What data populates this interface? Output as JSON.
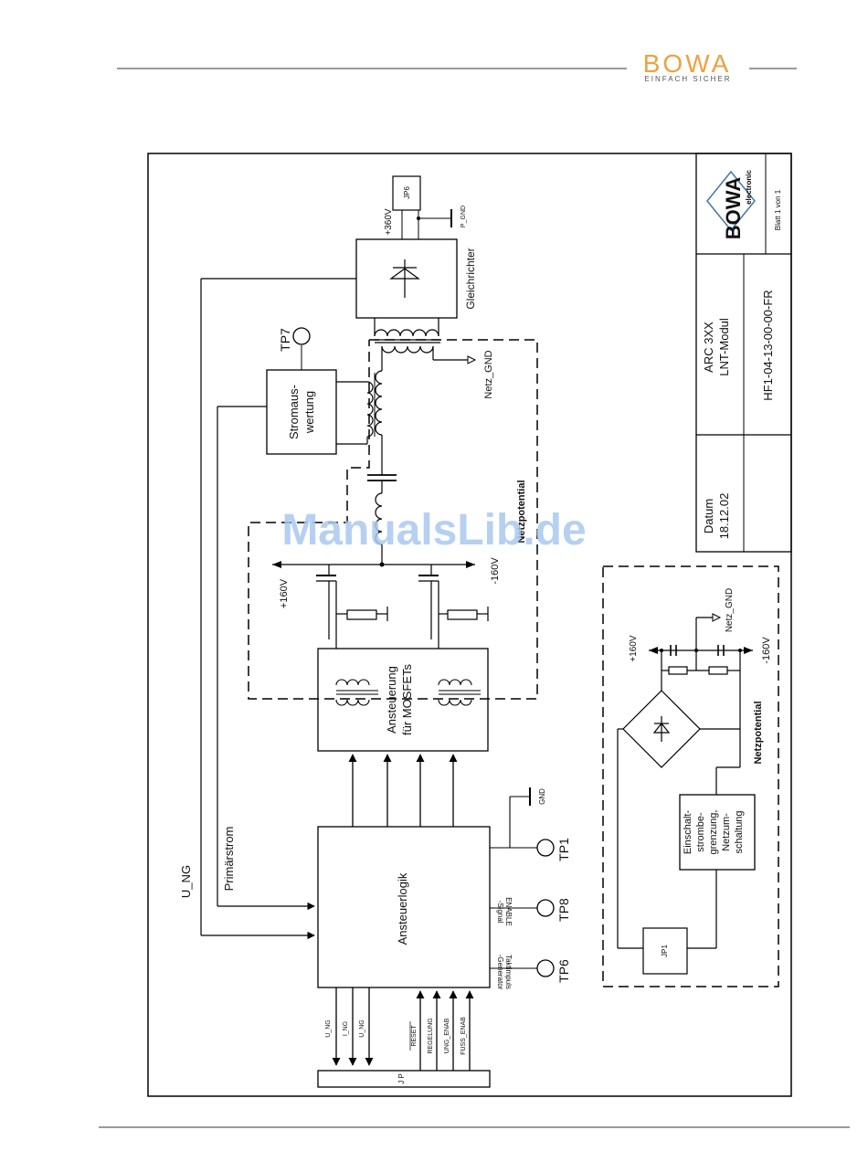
{
  "header": {
    "logo_text": "BOWA",
    "tagline": "EINFACH SICHER",
    "brand_color": "#f0a040"
  },
  "watermark": {
    "text": "ManualsLib.de",
    "color": "#a9c8ef"
  },
  "title_block": {
    "logo_text": "BOWA",
    "logo_sub": "electronic",
    "sheet": "Blatt 1 von 1",
    "product": "ARC 3XX",
    "module": "LNT-Modul",
    "doc_number": "HF1-04-13-00-00-FR",
    "date_label": "Datum",
    "date_value": "18.12.02"
  },
  "diagram": {
    "jp6": "JP6",
    "p_gnd": "P_GND",
    "v360": "+360V",
    "gleichrichter": "Gleichrichter",
    "netz_gnd_top": "Netz_GND",
    "tp7": "TP7",
    "stromauswertung_1": "Stromaus-",
    "stromauswertung_2": "wertung",
    "netzpotential_top": "Netzpotential",
    "v160_pos": "+160V",
    "v160_neg": "-160V",
    "ansteuerung_1": "Ansteuerung",
    "ansteuerung_2": "für MOSFETs",
    "gnd": "GND",
    "tp1": "TP1",
    "tp8": "TP8",
    "tp6": "TP6",
    "enable_1": "ENABLE",
    "enable_2": "-Signal",
    "takt_1": "Taktimpuls",
    "takt_2": "-Generator",
    "ansteuerlogik": "Ansteuerlogik",
    "primaerstrom": "Primärstrom",
    "u_ng": "U_NG",
    "jp": "J P",
    "bus_labels": [
      "U_NG",
      "I_NG",
      "U_NG",
      "RESET",
      "REGELUNG",
      "UNG_ENAB",
      "FUSS_ENAB"
    ],
    "right": {
      "v160_pos": "+160V",
      "v160_neg": "-160V",
      "netz_gnd": "Netz_GND",
      "einschalt_1": "Einschalt-",
      "einschalt_2": "strombe-",
      "einschalt_3": "grenzung,",
      "einschalt_4": "Netzum-",
      "einschalt_5": "schaltung",
      "netzpotential": "Netzpotential",
      "jp1": "JP1"
    }
  }
}
